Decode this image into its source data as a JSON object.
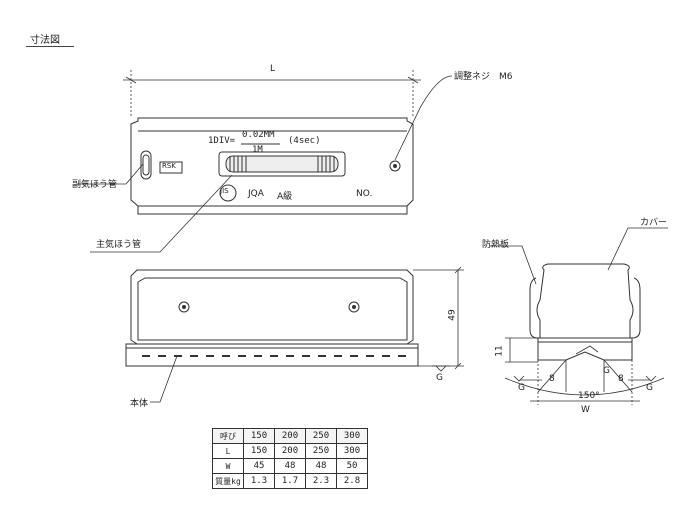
{
  "title": "寸法図",
  "labels": {
    "length_L": "L",
    "adjust_screw": "調整ネジ　M6",
    "div_line1": "1DIV=",
    "div_value": "0.02MM",
    "div_sec": "(4sec)",
    "div_denom": "1M",
    "logo": "RSK",
    "jis": "JIS",
    "jqa": "JQA",
    "grade": "A級",
    "no": "NO.",
    "sub_vial": "副気ほう管",
    "main_vial": "主気ほう管",
    "body": "本体",
    "heat_plate": "防熱板",
    "cover": "カバー",
    "height_49": "49",
    "height_11": "11",
    "g_left": "G",
    "g_mid": "G",
    "g_right": "G",
    "g_front": "G",
    "eight_left": "8",
    "eight_right": "8",
    "angle": "150°",
    "width_W": "W"
  },
  "spec_table": {
    "header": [
      "呼び",
      "150",
      "200",
      "250",
      "300"
    ],
    "rows": [
      [
        "L",
        "150",
        "200",
        "250",
        "300"
      ],
      [
        "W",
        "45",
        "48",
        "48",
        "50"
      ],
      [
        "質量kg",
        "1.3",
        "1.7",
        "2.3",
        "2.8"
      ]
    ]
  }
}
